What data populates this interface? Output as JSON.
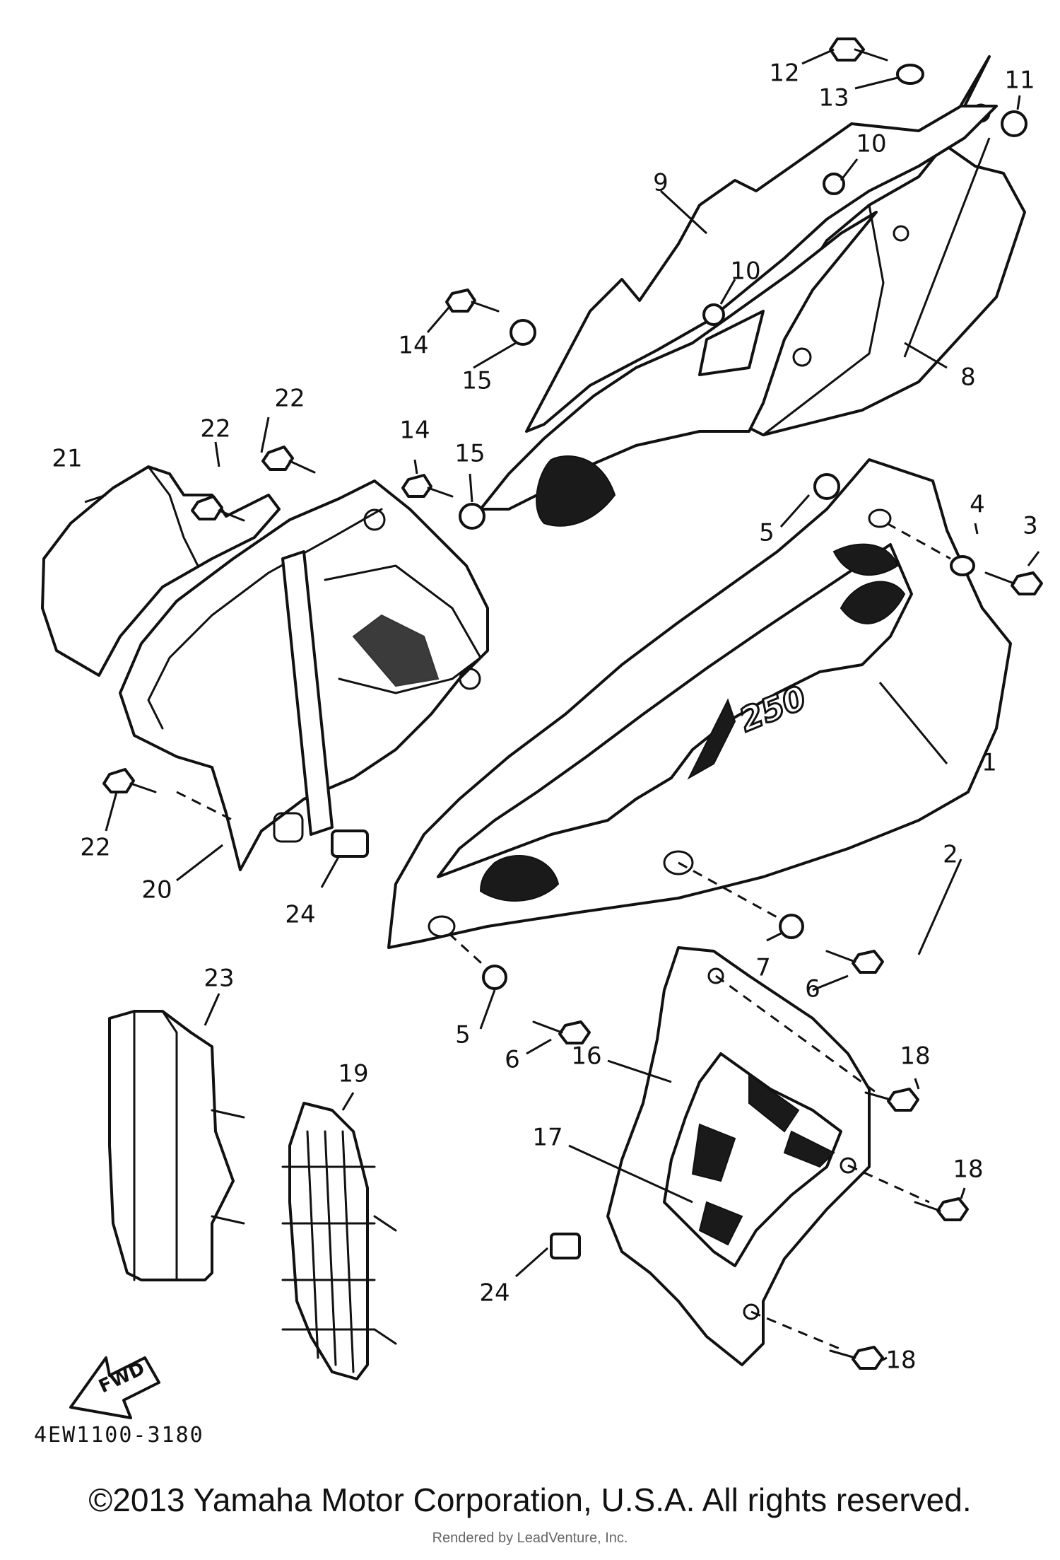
{
  "diagram": {
    "code": "4EW1100-3180",
    "copyright": "©2013 Yamaha Motor Corporation, U.S.A. All rights reserved.",
    "watermark": "Rendered by LeadVenture, Inc.",
    "fwd_label": "FWD",
    "decal_number": "250"
  },
  "callouts": {
    "c1": "1",
    "c2": "2",
    "c3": "3",
    "c4": "4",
    "c5a": "5",
    "c5b": "5",
    "c6a": "6",
    "c6b": "6",
    "c7": "7",
    "c8": "8",
    "c9": "9",
    "c10a": "10",
    "c10b": "10",
    "c11": "11",
    "c12": "12",
    "c13": "13",
    "c14a": "14",
    "c14b": "14",
    "c15a": "15",
    "c15b": "15",
    "c16": "16",
    "c17": "17",
    "c18a": "18",
    "c18b": "18",
    "c18c": "18",
    "c19": "19",
    "c20": "20",
    "c21": "21",
    "c22a": "22",
    "c22b": "22",
    "c22c": "22",
    "c23": "23",
    "c24a": "24",
    "c24b": "24"
  }
}
